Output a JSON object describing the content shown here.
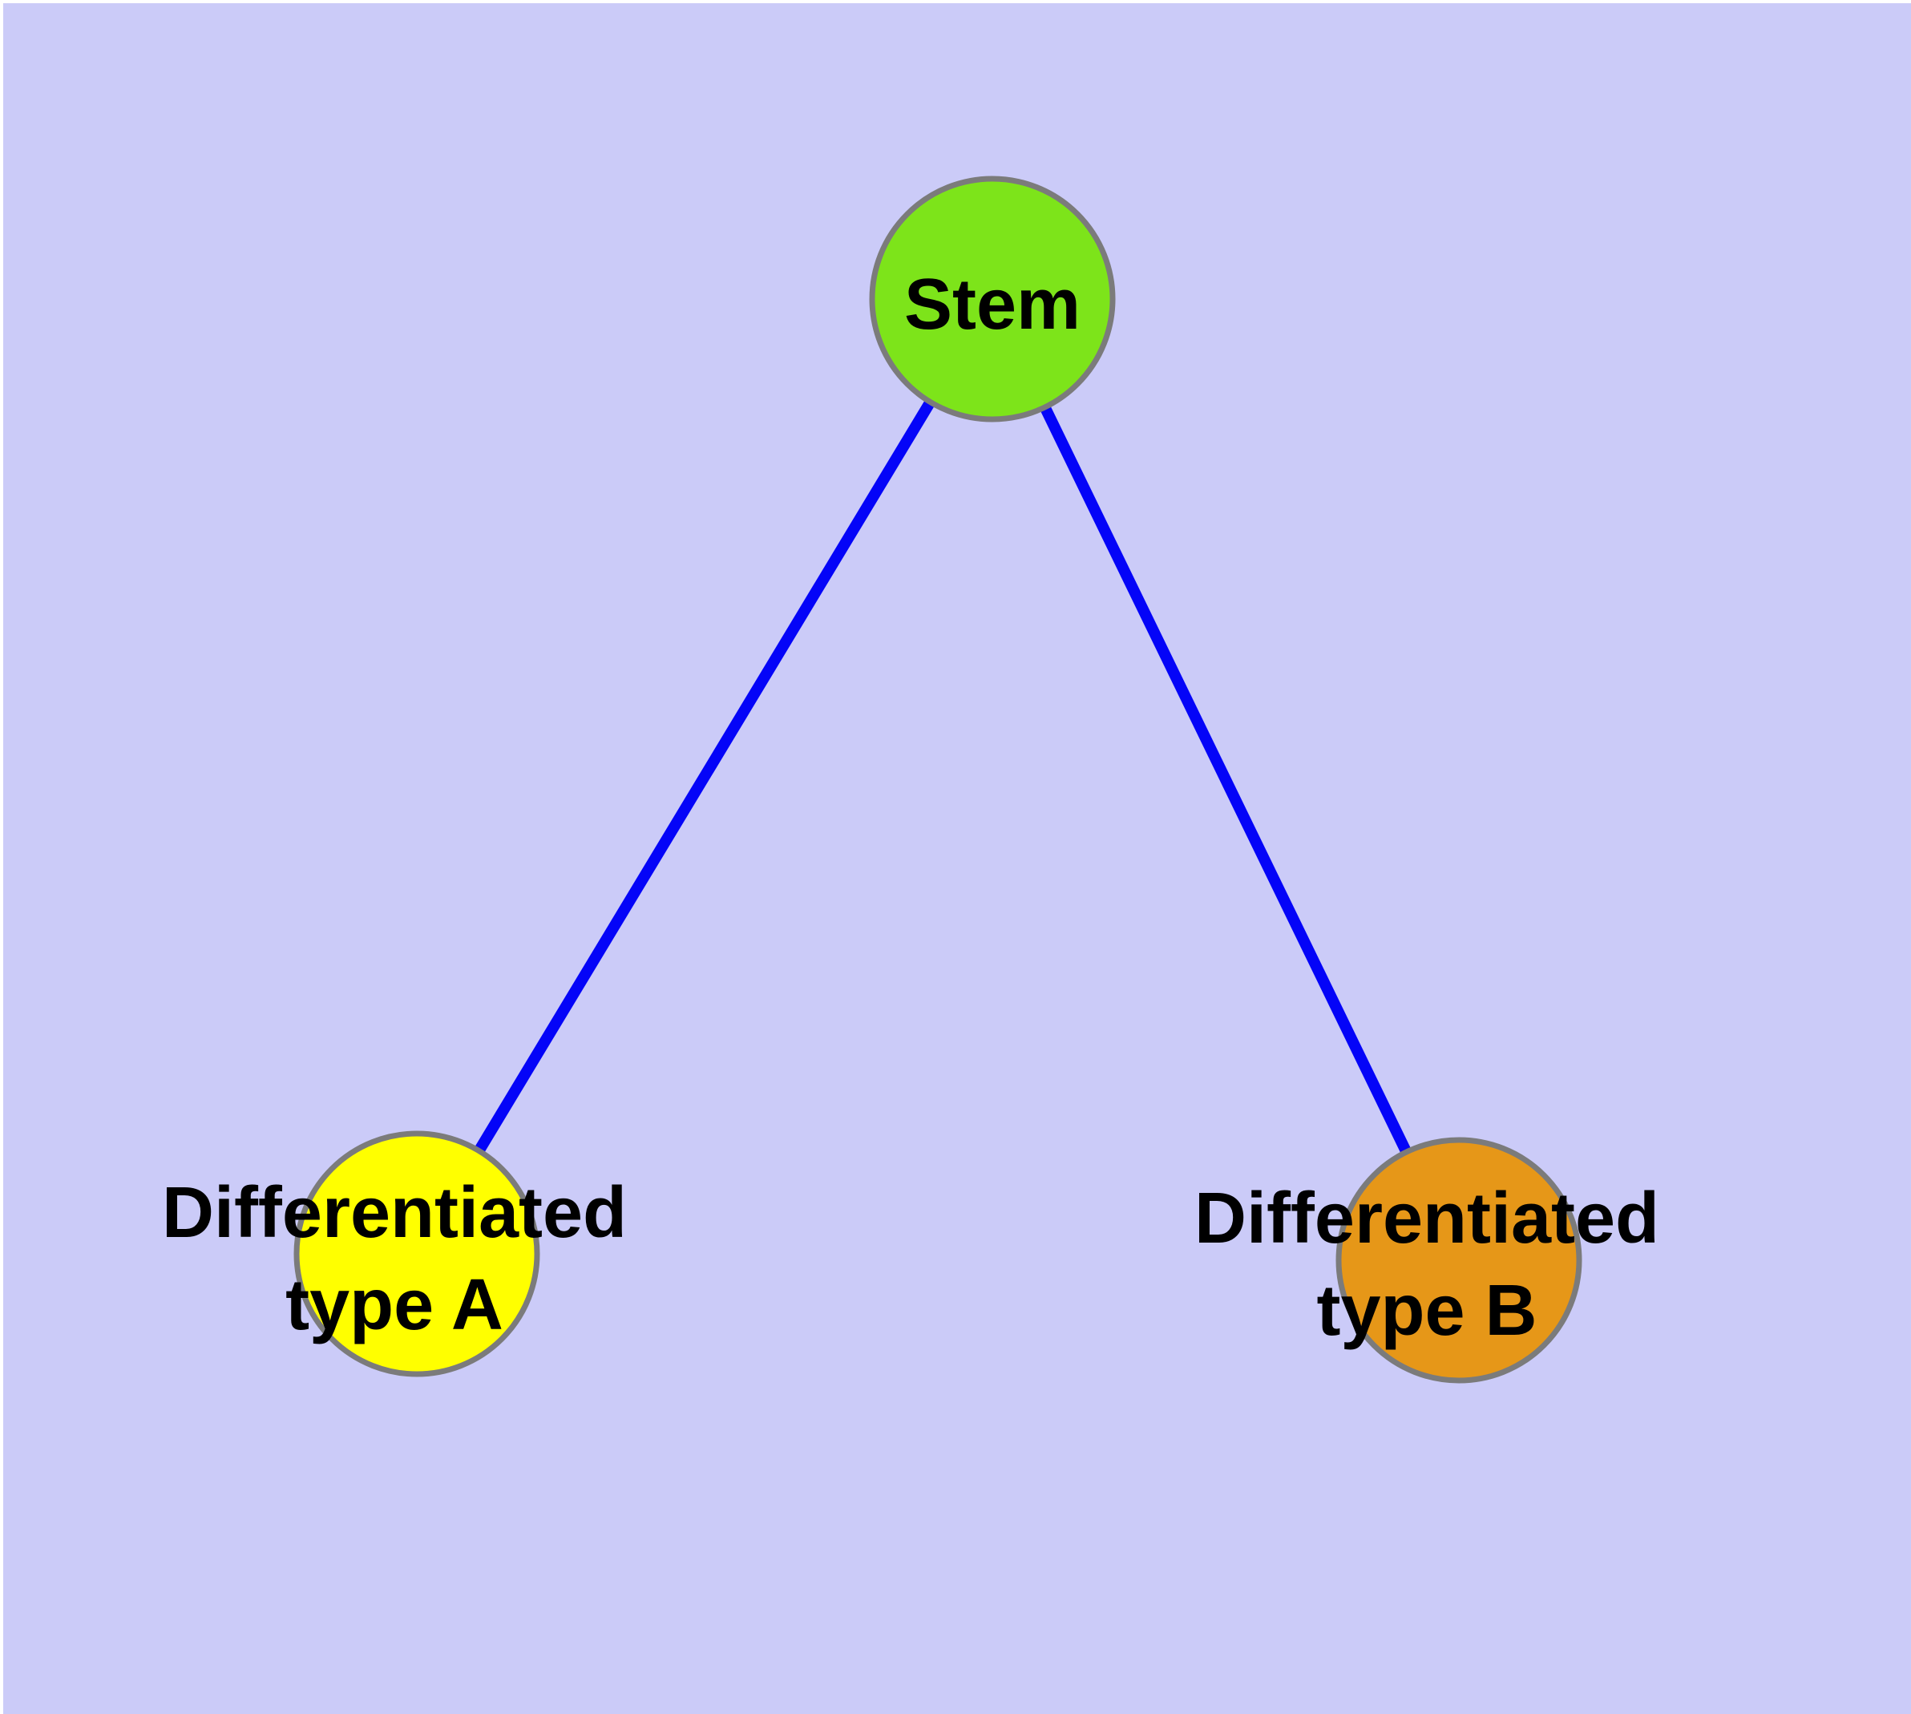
{
  "diagram": {
    "background_color": "#cbcbf8",
    "node_border_color": "#7b7b7b",
    "label_color": "#000000"
  },
  "nodes": [
    {
      "id": "stem",
      "label": "Stem",
      "color": "#7de41a"
    },
    {
      "id": "type-a",
      "label": "Differentiated type A",
      "label_line1": "Differentiated",
      "label_line2": "type A",
      "color": "#ffff00"
    },
    {
      "id": "type-b",
      "label": "Differentiated type B",
      "label_line1": "Differentiated",
      "label_line2": "type B",
      "color": "#e69718"
    }
  ],
  "edges": [
    {
      "from": "Stem",
      "to": "Differentiated type A",
      "color": "#0404f8"
    },
    {
      "from": "Stem",
      "to": "Differentiated type B",
      "color": "#0404f8"
    }
  ]
}
